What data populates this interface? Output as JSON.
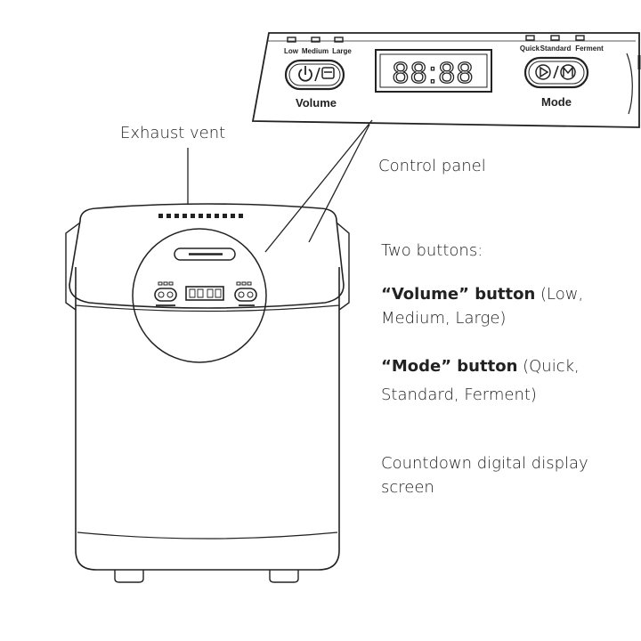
{
  "labels": {
    "exhaust_vent": "Exhaust vent",
    "control_panel": "Control panel",
    "two_buttons": "Two buttons:",
    "volume_button_bold": "“Volume” button",
    "volume_button_options": " (Low, Medium, Large)",
    "mode_button_bold": "“Mode” button",
    "mode_button_options": " (Quick, Standard, Ferment)",
    "countdown": "Countdown digital display screen"
  },
  "panel": {
    "volume_options": [
      "Low",
      "Medium",
      "Large"
    ],
    "mode_options": [
      "Quick",
      "Standard",
      "Ferment"
    ],
    "volume_label": "Volume",
    "mode_label": "Mode",
    "display_value": "88:88"
  },
  "icons": {
    "volume_button": "power-bread-icon",
    "mode_button": "play-m-icon"
  }
}
